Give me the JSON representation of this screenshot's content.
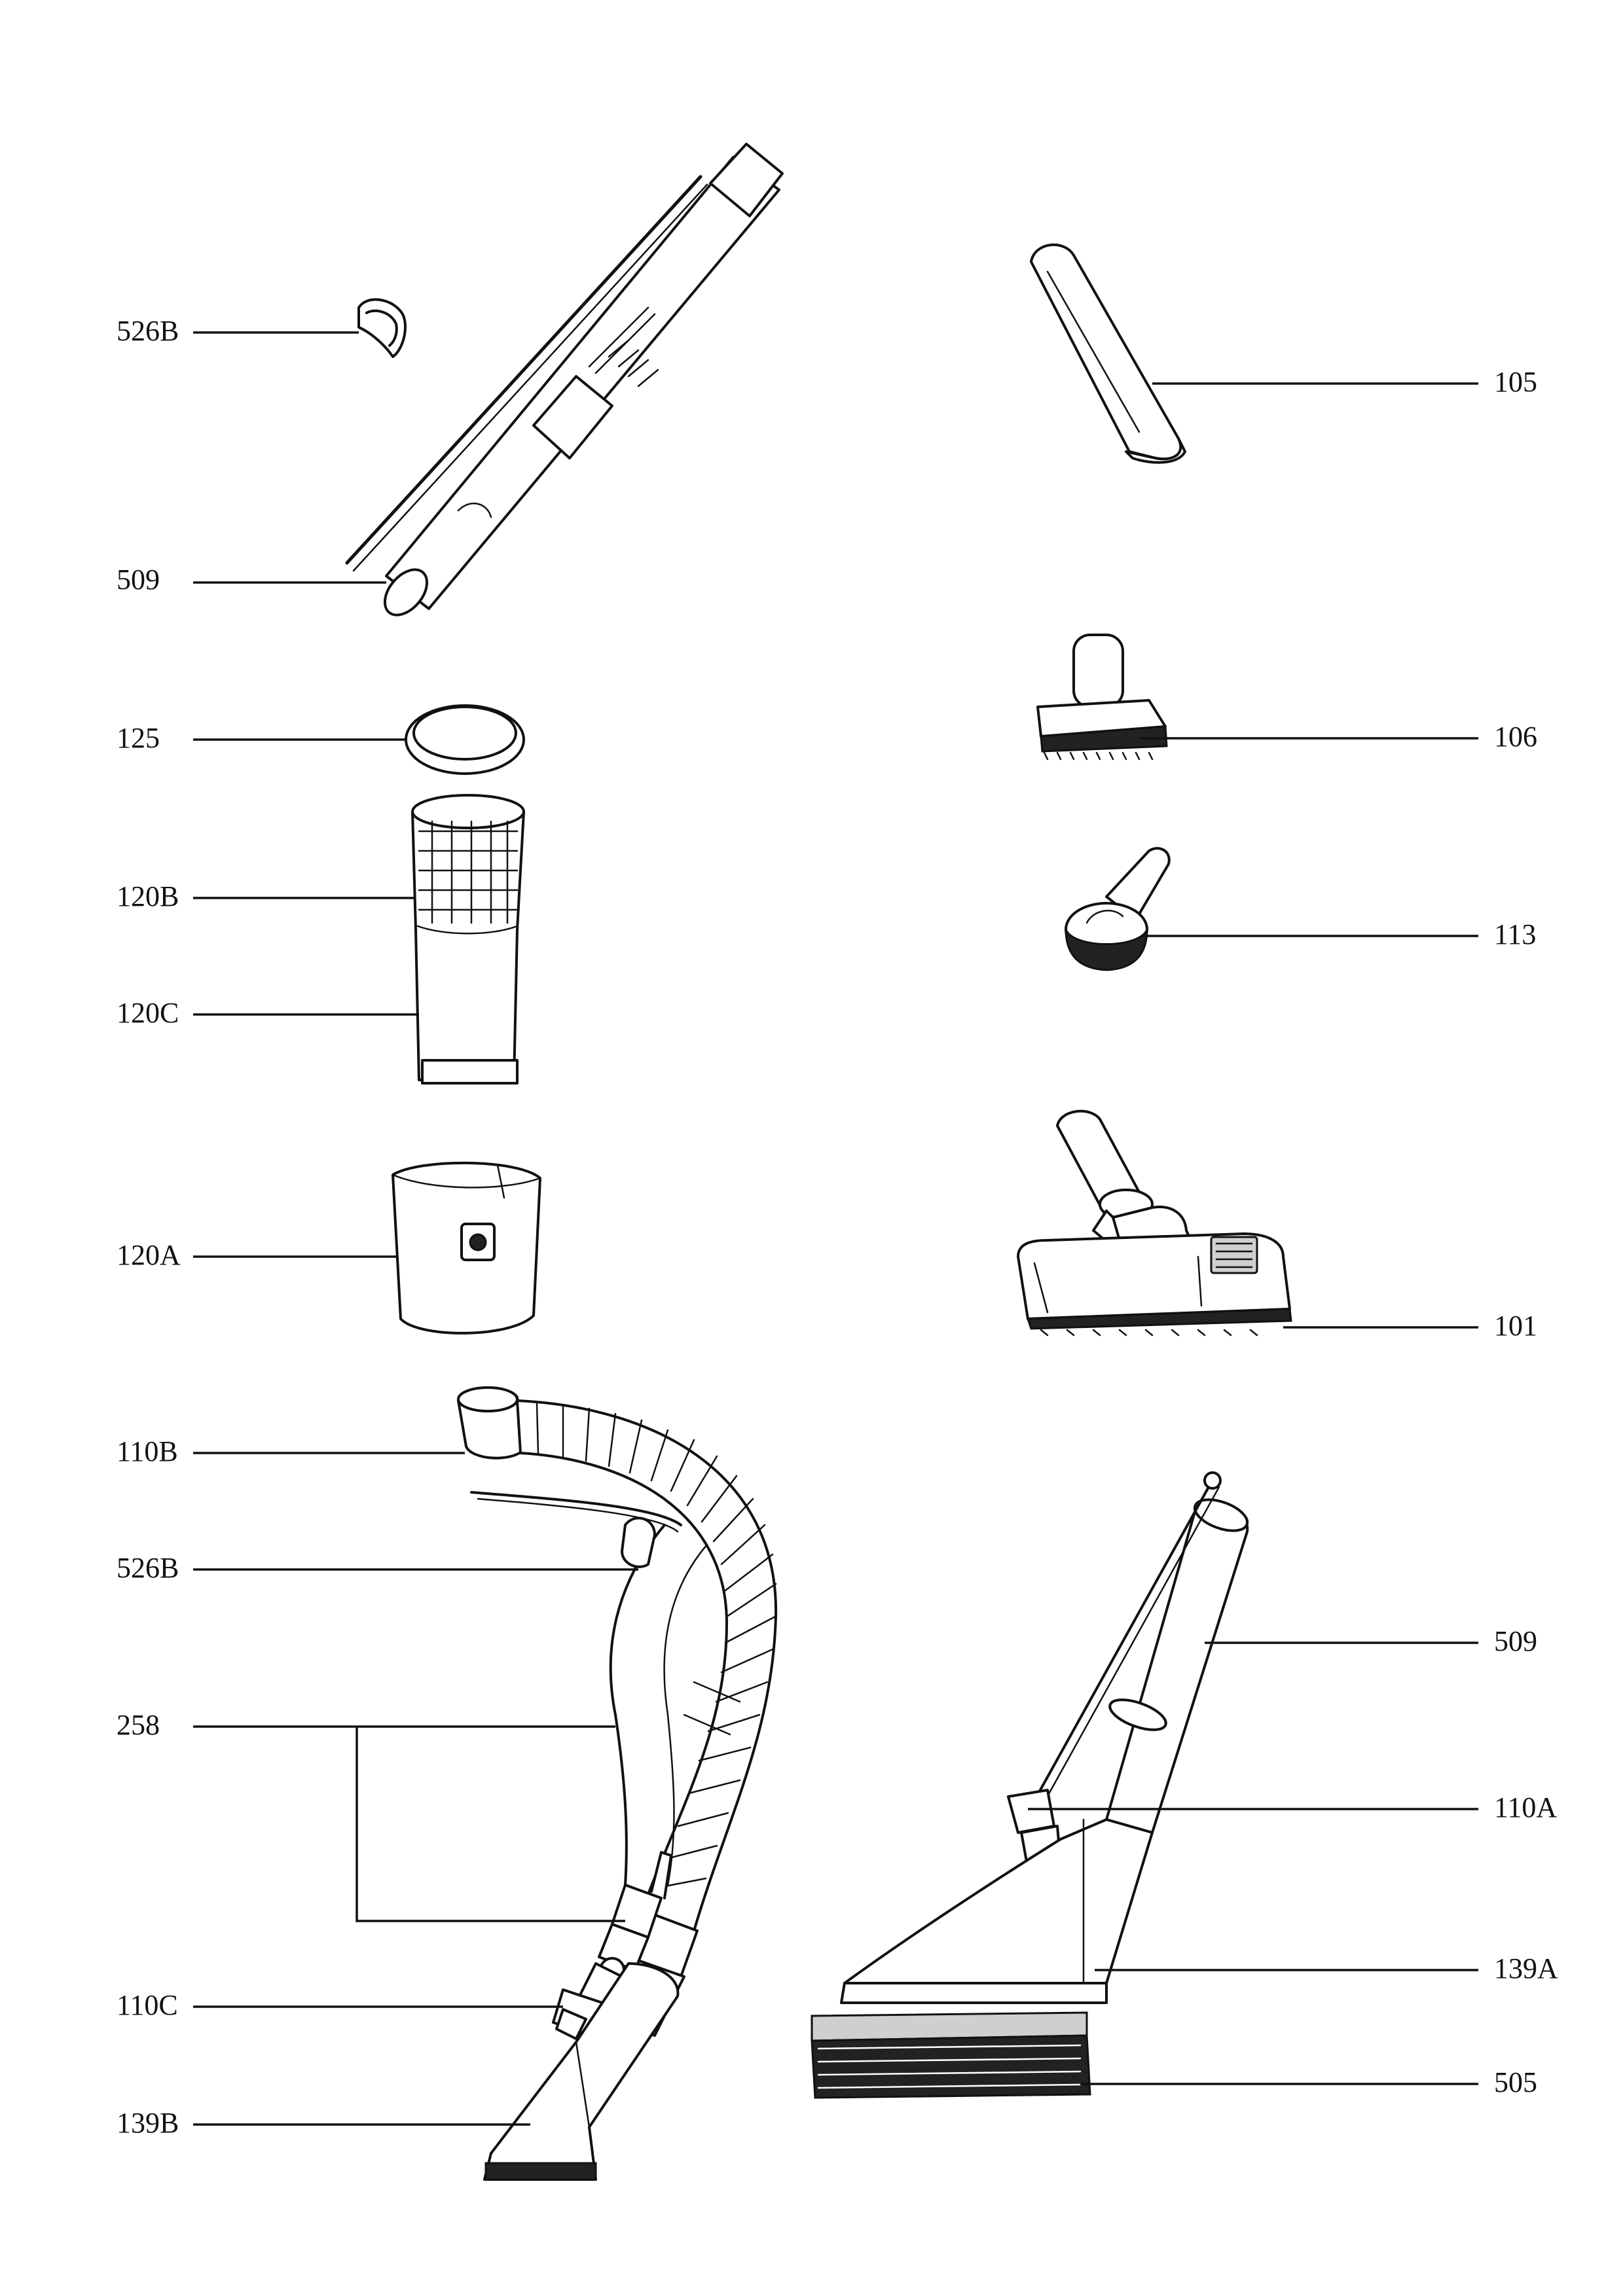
{
  "labels": {
    "l526b_top": "526B",
    "l509_top": "509",
    "l125": "125",
    "l120b": "120B",
    "l120c": "120C",
    "l120a": "120A",
    "l110b": "110B",
    "l526b_mid": "526B",
    "l258": "258",
    "l110c": "110C",
    "l139b": "139B",
    "l105": "105",
    "l106": "106",
    "l113": "113",
    "l101": "101",
    "l509_right": "509",
    "l110a": "110A",
    "l139a": "139A",
    "l505": "505"
  }
}
